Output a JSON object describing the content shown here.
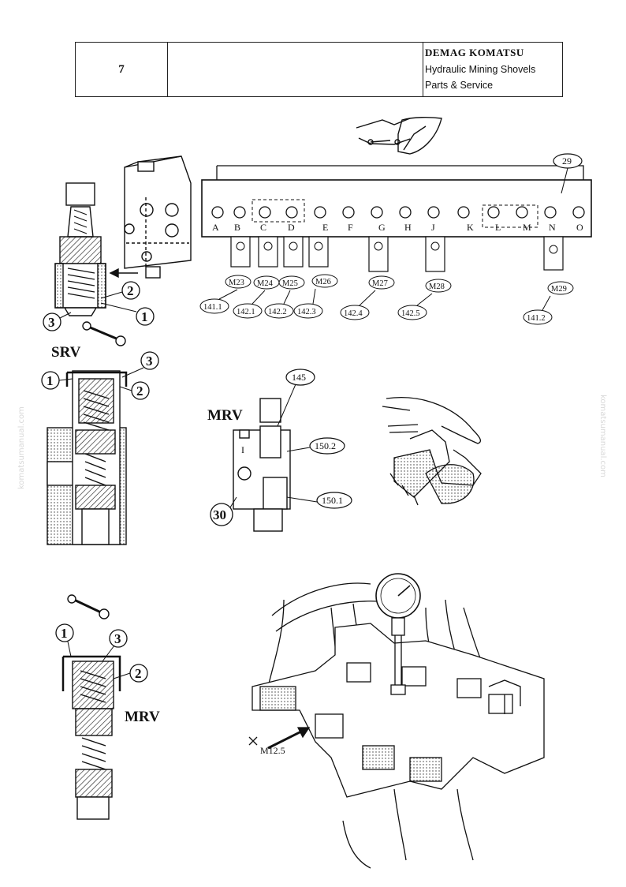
{
  "header": {
    "page_number": "7",
    "brand": "DEMAG KOMATSU",
    "line1": "Hydraulic Mining Shovels",
    "line2": "Parts & Service"
  },
  "block": {
    "ref": "29",
    "ports": [
      "A",
      "B",
      "C",
      "D",
      "E",
      "F",
      "G",
      "H",
      "J",
      "K",
      "L",
      "M",
      "N",
      "O"
    ],
    "measure_points": [
      "M23",
      "M24",
      "M25",
      "M26",
      "M27",
      "M28",
      "M29"
    ],
    "items": [
      "141.1",
      "142.1",
      "142.2",
      "142.3",
      "142.4",
      "142.5",
      "141.2"
    ]
  },
  "srv": {
    "title": "SRV",
    "callouts": [
      "1",
      "2",
      "3"
    ]
  },
  "mrv_valve": {
    "title": "MRV",
    "refs": [
      "145",
      "150.2",
      "150.1",
      "30"
    ],
    "port": "I"
  },
  "mrv": {
    "title": "MRV",
    "callouts": [
      "1",
      "2",
      "3"
    ]
  },
  "gauge": {
    "point": "M12.5"
  },
  "watermark": "komatsumanual.com"
}
